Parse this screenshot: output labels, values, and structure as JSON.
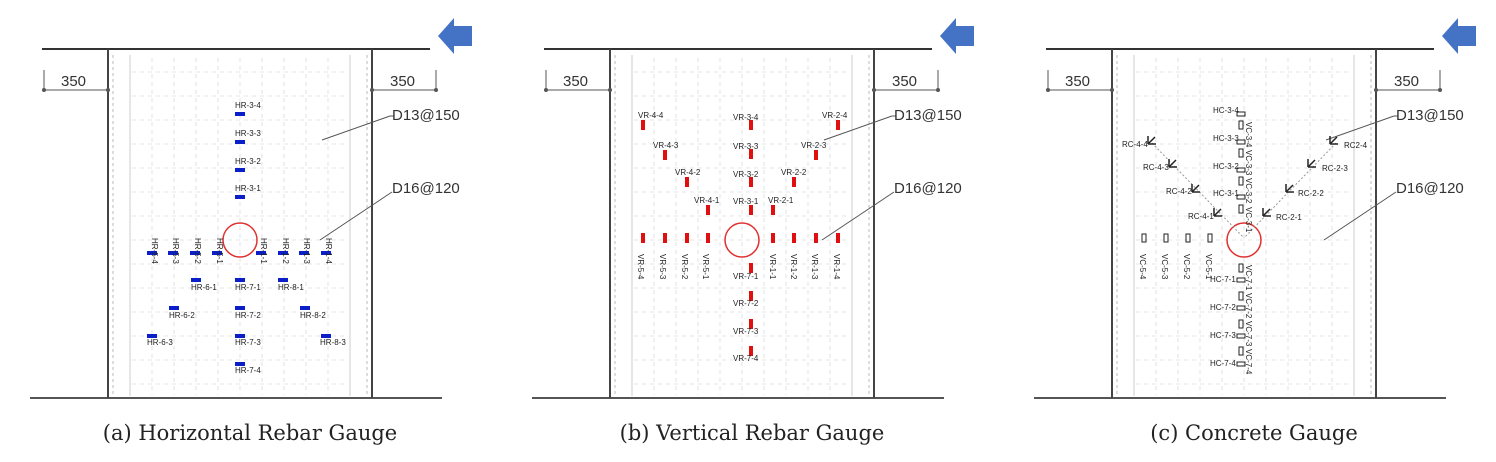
{
  "panels": [
    {
      "kind": "hr",
      "caption": "(a) Horizontal Rebar Gauge",
      "dim_left": "350",
      "dim_right": "350",
      "label_top": "D13@150",
      "label_mid": "D16@120",
      "gauges": [
        "HR-3-4",
        "HR-3-3",
        "HR-3-2",
        "HR-3-1",
        "HR-5-4",
        "HR-5-3",
        "HR-5-2",
        "HR-5-1",
        "HR-1-1",
        "HR-1-2",
        "HR-1-3",
        "HR-1-4",
        "HR-6-1",
        "HR-6-2",
        "HR-6-3",
        "HR-7-1",
        "HR-7-2",
        "HR-7-3",
        "HR-7-4",
        "HR-8-1",
        "HR-8-2",
        "HR-8-3"
      ]
    },
    {
      "kind": "vr",
      "caption": "(b) Vertical Rebar Gauge",
      "dim_left": "350",
      "dim_right": "350",
      "label_top": "D13@150",
      "label_mid": "D16@120",
      "gauges": [
        "VR-4-4",
        "VR-4-3",
        "VR-4-2",
        "VR-4-1",
        "VR-3-4",
        "VR-3-3",
        "VR-3-2",
        "VR-3-1",
        "VR-2-4",
        "VR-2-3",
        "VR-2-2",
        "VR-2-1",
        "VR-5-4",
        "VR-5-3",
        "VR-5-2",
        "VR-5-1",
        "VR-1-1",
        "VR-1-2",
        "VR-1-3",
        "VR-1-4",
        "VR-7-1",
        "VR-7-2",
        "VR-7-3",
        "VR-7-4"
      ]
    },
    {
      "kind": "c",
      "caption": "(c) Concrete Gauge",
      "dim_left": "350",
      "dim_right": "350",
      "label_top": "D13@150",
      "label_mid": "D16@120",
      "gauges": [
        "HC-3-4",
        "HC-3-3",
        "HC-3-2",
        "HC-3-1",
        "VC-3-4",
        "VC-3-3",
        "VC-3-2",
        "VC-3-1",
        "RC-4-4",
        "RC-4-3",
        "RC-4-2",
        "RC-4-1",
        "RC2-4",
        "RC-2-3",
        "RC-2-2",
        "RC-2-1",
        "VC-5-4",
        "VC-5-3",
        "VC-5-2",
        "VC-5-1",
        "VC-7-1",
        "VC-7-2",
        "VC-7-3",
        "VC-7-4",
        "HC-7-1",
        "HC-7-2",
        "HC-7-3",
        "HC-7-4"
      ]
    }
  ],
  "colors": {
    "hr_gauge": "#0a1fc8",
    "vr_gauge": "#e01010",
    "hole": "#e03030",
    "arrow": "#4472c4"
  }
}
